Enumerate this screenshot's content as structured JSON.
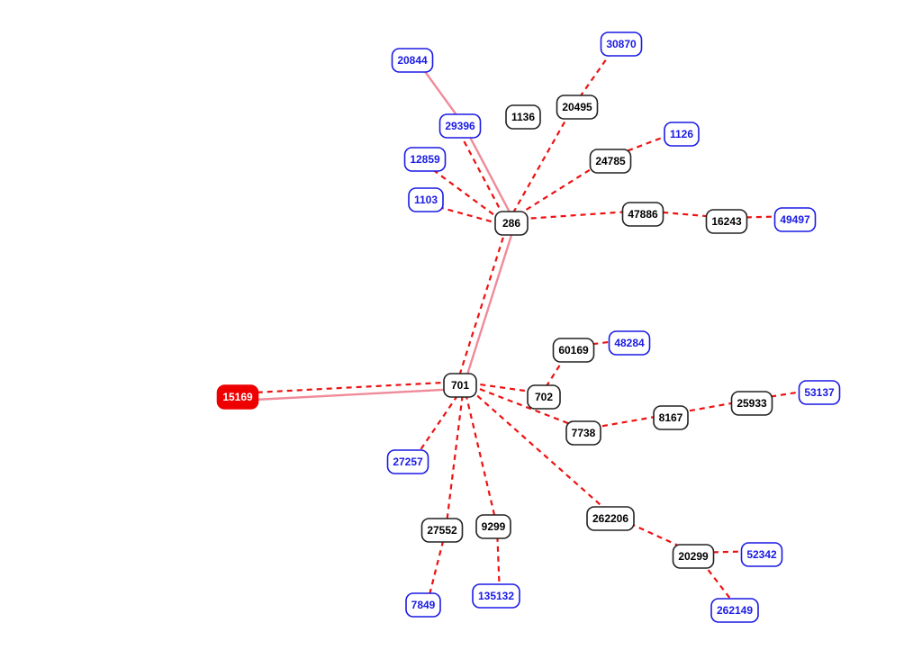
{
  "colors": {
    "path": "#f08a99",
    "link": "#ee1111",
    "border": "#222222",
    "leaf": "#1a1ae6",
    "source_fill": "#ee0000",
    "source_text": "#ffffff"
  },
  "nodes": [
    {
      "id": "15169",
      "label": "15169",
      "kind": "source"
    },
    {
      "id": "701",
      "label": "701",
      "kind": "hub"
    },
    {
      "id": "286",
      "label": "286",
      "kind": "hub"
    },
    {
      "id": "20844",
      "label": "20844",
      "kind": "leaf"
    },
    {
      "id": "29396",
      "label": "29396",
      "kind": "leaf"
    },
    {
      "id": "12859",
      "label": "12859",
      "kind": "leaf"
    },
    {
      "id": "1103",
      "label": "1103",
      "kind": "leaf"
    },
    {
      "id": "1136",
      "label": "1136",
      "kind": "hub"
    },
    {
      "id": "20495",
      "label": "20495",
      "kind": "hub"
    },
    {
      "id": "30870",
      "label": "30870",
      "kind": "leaf"
    },
    {
      "id": "24785",
      "label": "24785",
      "kind": "hub"
    },
    {
      "id": "1126",
      "label": "1126",
      "kind": "leaf"
    },
    {
      "id": "47886",
      "label": "47886",
      "kind": "hub"
    },
    {
      "id": "16243",
      "label": "16243",
      "kind": "hub"
    },
    {
      "id": "49497",
      "label": "49497",
      "kind": "leaf"
    },
    {
      "id": "60169",
      "label": "60169",
      "kind": "hub"
    },
    {
      "id": "48284",
      "label": "48284",
      "kind": "leaf"
    },
    {
      "id": "702",
      "label": "702",
      "kind": "hub"
    },
    {
      "id": "7738",
      "label": "7738",
      "kind": "hub"
    },
    {
      "id": "8167",
      "label": "8167",
      "kind": "hub"
    },
    {
      "id": "25933",
      "label": "25933",
      "kind": "hub"
    },
    {
      "id": "53137",
      "label": "53137",
      "kind": "leaf"
    },
    {
      "id": "27257",
      "label": "27257",
      "kind": "leaf"
    },
    {
      "id": "27552",
      "label": "27552",
      "kind": "hub"
    },
    {
      "id": "7849",
      "label": "7849",
      "kind": "leaf"
    },
    {
      "id": "9299",
      "label": "9299",
      "kind": "hub"
    },
    {
      "id": "135132",
      "label": "135132",
      "kind": "leaf"
    },
    {
      "id": "262206",
      "label": "262206",
      "kind": "hub"
    },
    {
      "id": "20299",
      "label": "20299",
      "kind": "hub"
    },
    {
      "id": "52342",
      "label": "52342",
      "kind": "leaf"
    },
    {
      "id": "262149",
      "label": "262149",
      "kind": "leaf"
    }
  ],
  "edges": [
    {
      "from": "15169",
      "to": "701",
      "style": "solid"
    },
    {
      "from": "701",
      "to": "286",
      "style": "solid"
    },
    {
      "from": "286",
      "to": "29396",
      "style": "solid"
    },
    {
      "from": "29396",
      "to": "20844",
      "style": "solid"
    },
    {
      "from": "15169",
      "to": "701",
      "style": "dashed"
    },
    {
      "from": "701",
      "to": "286",
      "style": "dashed"
    },
    {
      "from": "286",
      "to": "29396",
      "style": "dashed"
    },
    {
      "from": "286",
      "to": "12859",
      "style": "dashed"
    },
    {
      "from": "286",
      "to": "1103",
      "style": "dashed"
    },
    {
      "from": "286",
      "to": "20495",
      "style": "dashed"
    },
    {
      "from": "20495",
      "to": "30870",
      "style": "dashed"
    },
    {
      "from": "286",
      "to": "24785",
      "style": "dashed"
    },
    {
      "from": "24785",
      "to": "1126",
      "style": "dashed"
    },
    {
      "from": "286",
      "to": "47886",
      "style": "dashed"
    },
    {
      "from": "47886",
      "to": "16243",
      "style": "dashed"
    },
    {
      "from": "16243",
      "to": "49497",
      "style": "dashed"
    },
    {
      "from": "701",
      "to": "702",
      "style": "dashed"
    },
    {
      "from": "702",
      "to": "60169",
      "style": "dashed"
    },
    {
      "from": "60169",
      "to": "48284",
      "style": "dashed"
    },
    {
      "from": "701",
      "to": "7738",
      "style": "dashed"
    },
    {
      "from": "7738",
      "to": "8167",
      "style": "dashed"
    },
    {
      "from": "8167",
      "to": "25933",
      "style": "dashed"
    },
    {
      "from": "25933",
      "to": "53137",
      "style": "dashed"
    },
    {
      "from": "701",
      "to": "27257",
      "style": "dashed"
    },
    {
      "from": "701",
      "to": "27552",
      "style": "dashed"
    },
    {
      "from": "27552",
      "to": "7849",
      "style": "dashed"
    },
    {
      "from": "701",
      "to": "9299",
      "style": "dashed"
    },
    {
      "from": "9299",
      "to": "135132",
      "style": "dashed"
    },
    {
      "from": "701",
      "to": "262206",
      "style": "dashed"
    },
    {
      "from": "262206",
      "to": "20299",
      "style": "dashed"
    },
    {
      "from": "20299",
      "to": "52342",
      "style": "dashed"
    },
    {
      "from": "20299",
      "to": "262149",
      "style": "dashed"
    }
  ]
}
